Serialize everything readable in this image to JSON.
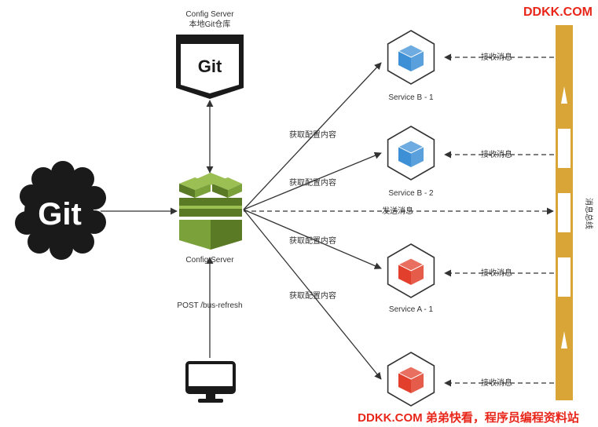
{
  "watermark_top": "DDKK.COM",
  "watermark_bottom": "DDKK.COM 弟弟快看，程序员编程资料站",
  "config_server_top": {
    "line1": "Config Server",
    "line2": "本地Git仓库",
    "logo_text": "Git"
  },
  "git_remote": {
    "logo_text": "Git"
  },
  "config_server_center": {
    "label": "Config Server"
  },
  "client": {
    "request_label": "POST /bus-refresh"
  },
  "services": [
    {
      "label": "Service B - 1",
      "cube_color": "#3d8fd6",
      "edge_label": "获取配置内容",
      "bus_label": "接收消息"
    },
    {
      "label": "Service B - 2",
      "cube_color": "#3d8fd6",
      "edge_label": "获取配置内容",
      "bus_label": "接收消息"
    },
    {
      "label": "Service A - 1",
      "cube_color": "#e2402c",
      "edge_label": "获取配置内容",
      "bus_label": "接收消息"
    },
    {
      "label": "",
      "cube_color": "#e2402c",
      "edge_label": "获取配置内容",
      "bus_label": "接收消息"
    }
  ],
  "send_message_label": "发送消息",
  "bus": {
    "label": "消息总线",
    "color": "#d9a536"
  },
  "colors": {
    "watermark": "#e8261a",
    "edge": "#333333",
    "aws_green_dark": "#5a7a26",
    "aws_green_mid": "#7aa13a",
    "aws_green_light": "#9bbf52"
  }
}
